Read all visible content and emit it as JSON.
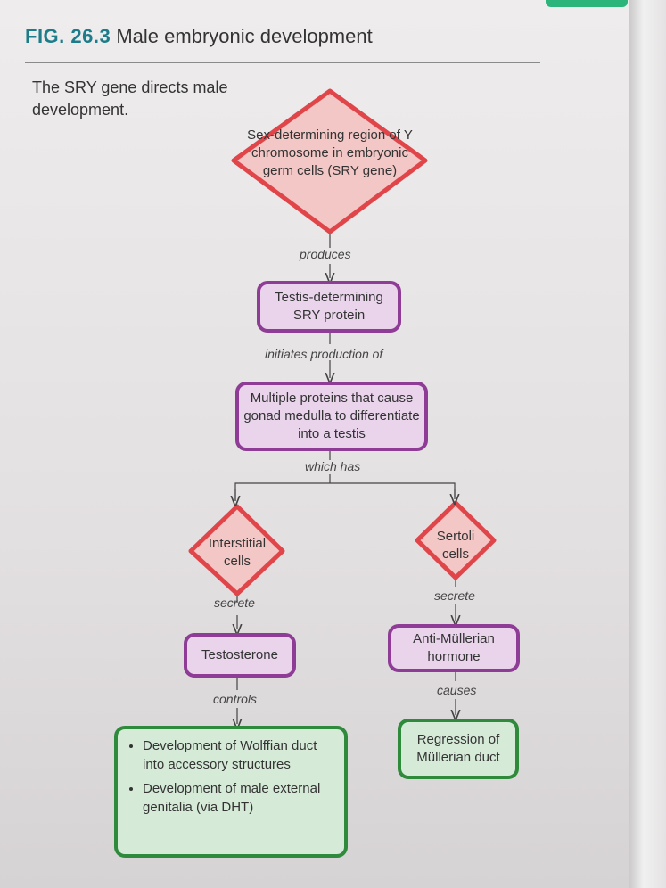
{
  "figure": {
    "number": "FIG. 26.3",
    "title": "Male embryonic development"
  },
  "intro": "The SRY gene directs male development.",
  "nodes": {
    "sry_gene": "Sex-determining region of Y chromosome in embryonic germ cells (SRY gene)",
    "sry_protein": "Testis-determining SRY protein",
    "multiple_proteins": "Multiple proteins that cause gonad medulla to differentiate into a testis",
    "interstitial": "Interstitial cells",
    "sertoli": "Sertoli cells",
    "testosterone": "Testosterone",
    "amh": "Anti-Müllerian hormone",
    "regression": "Regression of Müllerian duct",
    "outcomes": [
      "Development of Wolffian duct into accessory structures",
      "Development of male external genitalia (via DHT)"
    ]
  },
  "edge_labels": {
    "produces": "produces",
    "initiates": "initiates production of",
    "which_has": "which has",
    "secrete_left": "secrete",
    "secrete_right": "secrete",
    "controls": "controls",
    "causes": "causes"
  },
  "colors": {
    "diamond_fill": "#f2c7c5",
    "diamond_stroke": "#e0454a",
    "purple_box": "#8e3c96",
    "green_box": "#2f8a3c",
    "figure_number": "#1d7c8a"
  }
}
